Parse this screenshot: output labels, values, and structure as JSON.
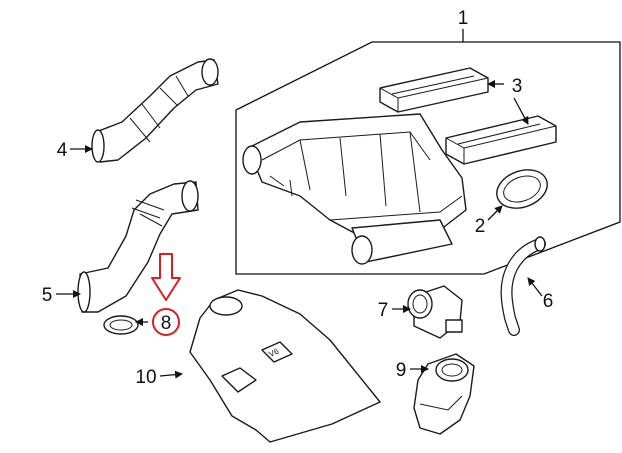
{
  "callouts": [
    {
      "id": "c1",
      "text": "1"
    },
    {
      "id": "c2",
      "text": "2"
    },
    {
      "id": "c3",
      "text": "3"
    },
    {
      "id": "c4",
      "text": "4"
    },
    {
      "id": "c5",
      "text": "5"
    },
    {
      "id": "c6",
      "text": "6"
    },
    {
      "id": "c7",
      "text": "7"
    },
    {
      "id": "c8",
      "text": "8"
    },
    {
      "id": "c9",
      "text": "9"
    },
    {
      "id": "c10",
      "text": "10"
    }
  ],
  "highlight": {
    "target": "8",
    "color": "#d62020"
  },
  "engine_cover_badge": "V6"
}
